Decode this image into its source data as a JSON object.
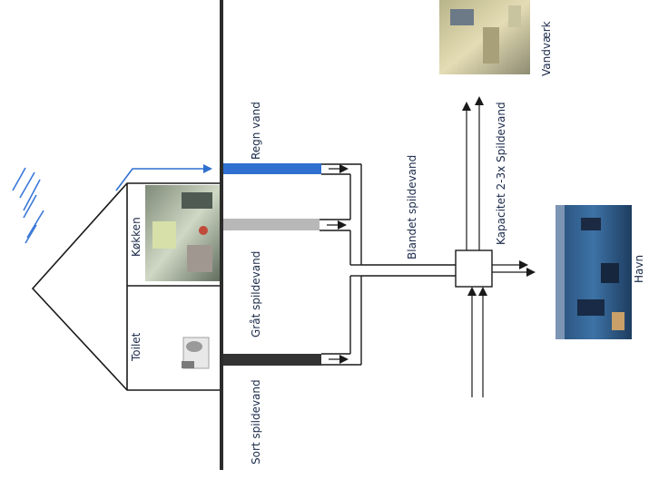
{
  "labels": {
    "rain_water": "Regn vand",
    "grey_water": "Gråt spildevand",
    "black_water": "Sort spildevand",
    "kitchen": "Køkken",
    "toilet": "Toilet",
    "mixed_water": "Blandet spildevand",
    "capacity": "Kapacitet 2-3x Spildevand",
    "waterworks": "Vandværk",
    "harbor": "Havn"
  },
  "colors": {
    "rain_pipe": "#2f6fd0",
    "grey_pipe": "#b8b8b8",
    "black_pipe": "#333333",
    "rain_drops": "#3a78d8",
    "outline": "#1a1a1a"
  }
}
